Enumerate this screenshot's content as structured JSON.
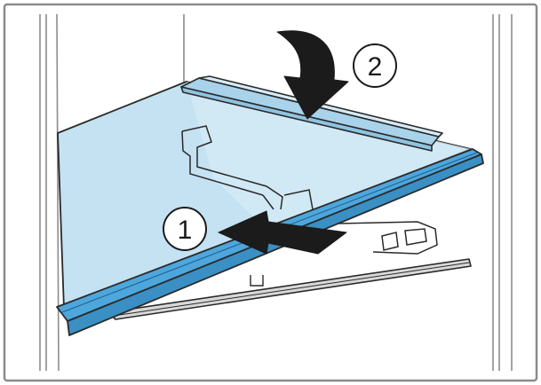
{
  "steps": [
    {
      "number": "1",
      "action": "push-in",
      "arrow_icon": "arrow-left-icon"
    },
    {
      "number": "2",
      "action": "lower-down",
      "arrow_icon": "curved-arrow-down-icon"
    }
  ],
  "colors": {
    "glass_fill": "#c4e2f2",
    "glass_fill_light": "#d7ecf7",
    "trim": "#4da6dc",
    "line": "#2a2a2a",
    "arrow": "#1b1b1b",
    "frame": "#8a8a8a",
    "support": "#d9d9d9"
  }
}
